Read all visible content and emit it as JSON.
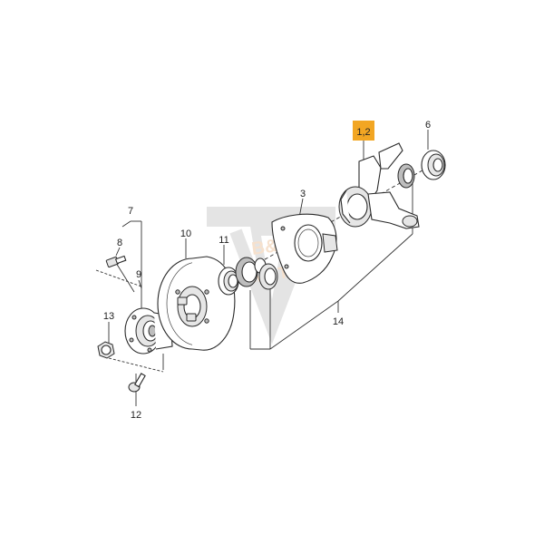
{
  "callouts": {
    "c1_2": "1,2",
    "c3": "3",
    "c6": "6",
    "c7": "7",
    "c8": "8",
    "c9": "9",
    "c10": "10",
    "c11": "11",
    "c12": "12",
    "c13": "13",
    "c14": "14"
  },
  "watermark": {
    "line1": "B&K",
    "line2": "MOTORS"
  },
  "colors": {
    "highlight": "#f2a623",
    "watermark": "#cfcfcf",
    "watermark_text": "#f0c9a6"
  }
}
